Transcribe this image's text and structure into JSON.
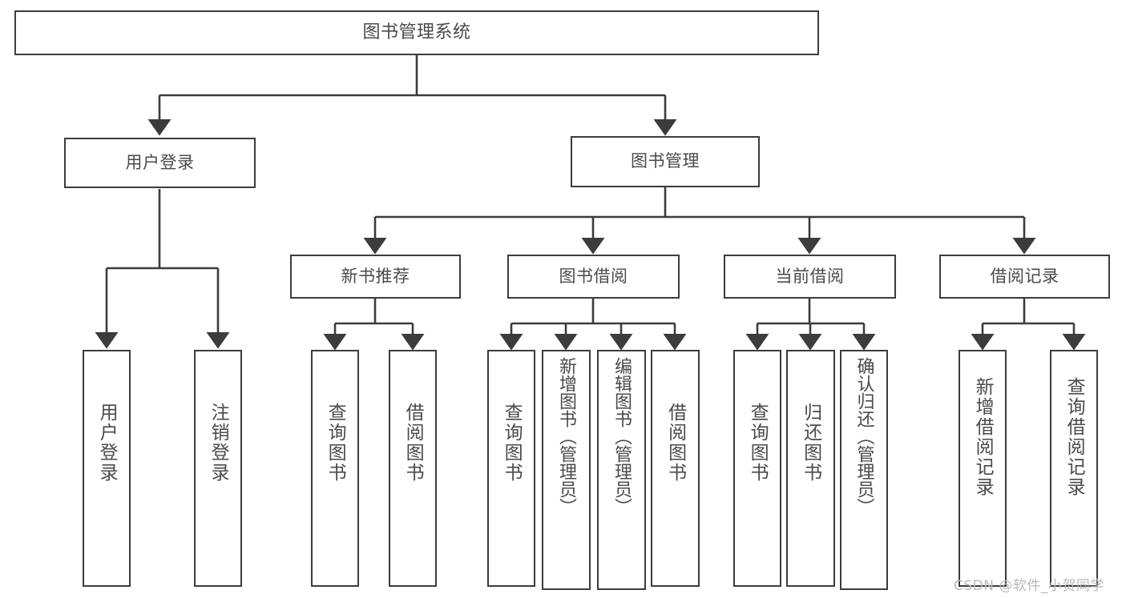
{
  "diagram": {
    "title": "图书管理系统",
    "type": "tree-hierarchy-diagram",
    "background_color": "#ffffff",
    "box_border_color": "#3c3c3c",
    "text_color": "#4a4a4a",
    "connector_color": "#3c3c3c"
  },
  "root": {
    "label": "图书管理系统"
  },
  "level1": [
    {
      "label": "用户登录"
    },
    {
      "label": "图书管理"
    }
  ],
  "level2": [
    {
      "label": "新书推荐"
    },
    {
      "label": "图书借阅"
    },
    {
      "label": "当前借阅"
    },
    {
      "label": "借阅记录"
    }
  ],
  "leaves": {
    "user_login": [
      {
        "label": "用户登录"
      },
      {
        "label": "注销登录"
      }
    ],
    "new_book": [
      {
        "label": "查询图书"
      },
      {
        "label": "借阅图书"
      }
    ],
    "borrow_book": [
      {
        "label": "查询图书"
      },
      {
        "label": "新增图书（管理员）"
      },
      {
        "label": "编辑图书（管理员）"
      },
      {
        "label": "借阅图书"
      }
    ],
    "current_borrow": [
      {
        "label": "查询图书"
      },
      {
        "label": "归还图书"
      },
      {
        "label": "确认归还（管理员）"
      }
    ],
    "borrow_record": [
      {
        "label": "新增借阅记录"
      },
      {
        "label": "查询借阅记录"
      }
    ]
  },
  "watermark": {
    "text": "CSDN @软件_小贺同学"
  }
}
